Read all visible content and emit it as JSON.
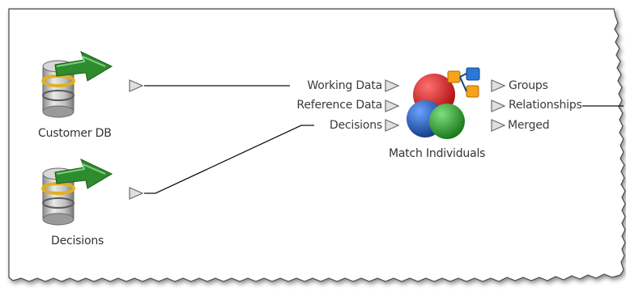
{
  "nodes": {
    "customer_db": {
      "label": "Customer DB",
      "icon": "database-reader-icon"
    },
    "decisions": {
      "label": "Decisions",
      "icon": "database-reader-icon"
    },
    "match_individuals": {
      "label": "Match Individuals",
      "icon": "match-processor-icon",
      "inputs": [
        "Working Data",
        "Reference Data",
        "Decisions"
      ],
      "outputs": [
        "Groups",
        "Relationships",
        "Merged"
      ]
    }
  },
  "colors": {
    "arrow_green": "#2e8b2e",
    "db_silver": "#b8b8b8",
    "db_gold": "#f2c832",
    "port_gray": "#9a9a9a",
    "sphere_red": "#d42020",
    "sphere_blue": "#1f5fb8",
    "sphere_green": "#2ea02e",
    "box_orange": "#f7a21b",
    "box_blue": "#2a78d6"
  }
}
